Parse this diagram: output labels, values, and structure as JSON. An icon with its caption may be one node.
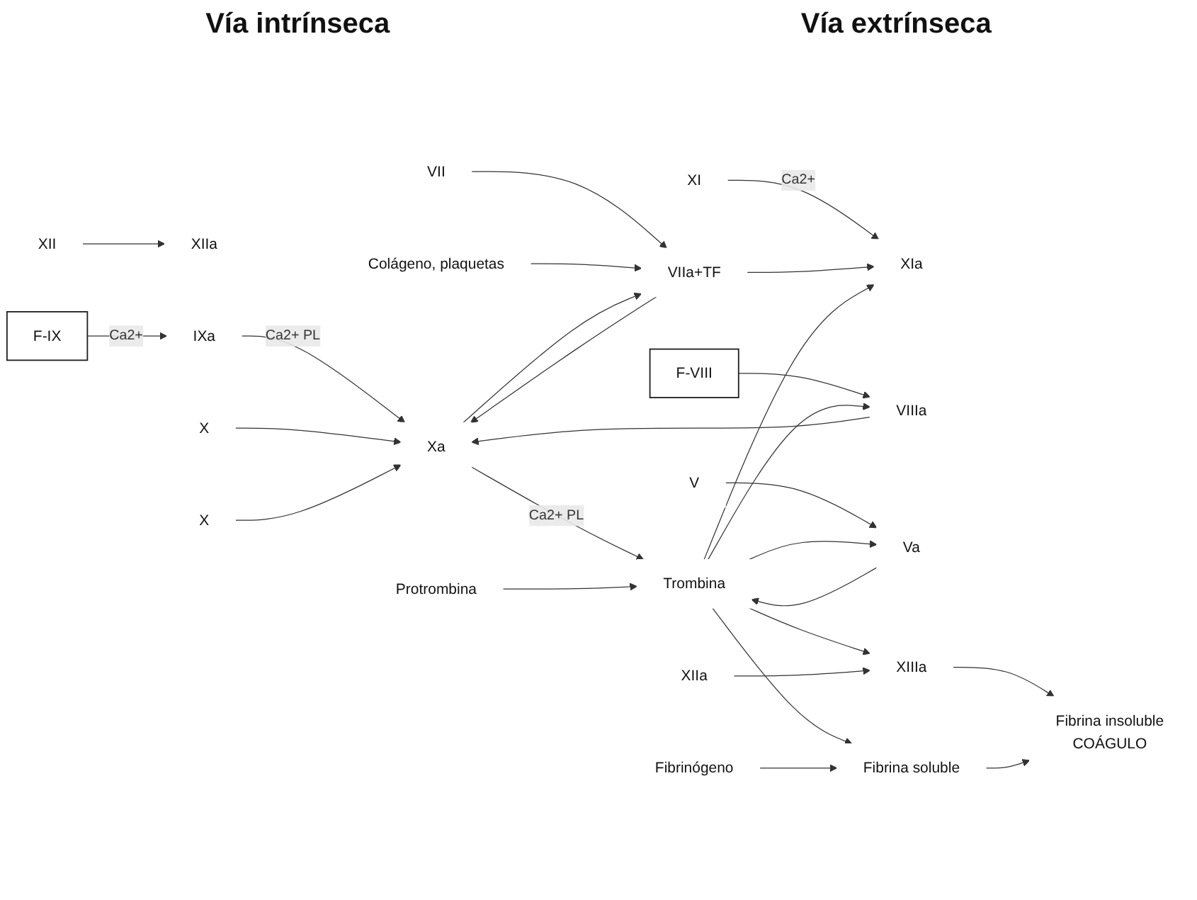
{
  "diagram": {
    "nodes": [
      {
        "text": [
          "XII"
        ]
      },
      {
        "text": [
          "XIIa"
        ]
      },
      {
        "text": [
          "XI"
        ]
      },
      {
        "text": [
          "XIa"
        ]
      },
      {
        "text": [
          "F-IX"
        ]
      },
      {
        "text": [
          "IXa"
        ]
      },
      {
        "text": [
          "F-VIII"
        ]
      },
      {
        "text": [
          "VIIIa"
        ]
      },
      {
        "text": [
          "X"
        ]
      },
      {
        "text": [
          "Xa"
        ]
      },
      {
        "text": [
          "X"
        ]
      },
      {
        "text": [
          "VII"
        ]
      },
      {
        "text": [
          "VIIa+TF"
        ]
      },
      {
        "text": [
          "Colágeno, plaquetas"
        ]
      },
      {
        "text": [
          "V"
        ]
      },
      {
        "text": [
          "Va"
        ]
      },
      {
        "text": [
          "Protrombina"
        ]
      },
      {
        "text": [
          "Trombina"
        ]
      },
      {
        "text": [
          "Fibrinógeno"
        ]
      },
      {
        "text": [
          "Fibrina soluble"
        ]
      },
      {
        "text": [
          "XIIa"
        ]
      },
      {
        "text": [
          "XIIIa"
        ]
      },
      {
        "text": [
          "Fibrina insoluble",
          "COÁGULO"
        ]
      }
    ],
    "edges": [
      {
        "from": 0,
        "to": 1,
        "arrow": "to"
      },
      {
        "from": 2,
        "to": 3,
        "arrow": "to",
        "label": "Ca2+"
      },
      {
        "from": 4,
        "to": 5,
        "arrow": "to",
        "label": "Ca2+"
      },
      {
        "from": 6,
        "to": 7,
        "arrow": "to"
      },
      {
        "from": 5,
        "to": 9,
        "arrow": "to",
        "label": "Ca2+ PL"
      },
      {
        "from": 7,
        "to": 9,
        "arrow": "to"
      },
      {
        "from": 8,
        "to": 9,
        "arrow": "to"
      },
      {
        "from": 10,
        "to": 9,
        "arrow": "to"
      },
      {
        "from": 11,
        "to": 12,
        "arrow": "to"
      },
      {
        "from": 12,
        "to": 9,
        "arrow": "to"
      },
      {
        "from": 12,
        "to": 3,
        "arrow": "to"
      },
      {
        "from": 13,
        "to": 12,
        "arrow": "to"
      },
      {
        "from": 9,
        "to": 12,
        "arrow": "to"
      },
      {
        "from": 14,
        "to": 15,
        "arrow": "to"
      },
      {
        "from": 15,
        "to": 17,
        "arrow": "to"
      },
      {
        "from": 9,
        "to": 17,
        "arrow": "to",
        "label": "Ca2+ PL"
      },
      {
        "from": 16,
        "to": 17,
        "arrow": "to"
      },
      {
        "from": 17,
        "to": 3,
        "arrow": "to"
      },
      {
        "from": 17,
        "to": 7,
        "arrow": "to"
      },
      {
        "from": 17,
        "to": 15,
        "arrow": "to"
      },
      {
        "from": 17,
        "to": 19,
        "arrow": "to"
      },
      {
        "from": 17,
        "to": 21,
        "arrow": "to"
      },
      {
        "from": 18,
        "to": 19,
        "arrow": "to"
      },
      {
        "from": 20,
        "to": 21,
        "arrow": "to"
      },
      {
        "from": 21,
        "to": 22,
        "arrow": "to"
      },
      {
        "from": 19,
        "to": 22,
        "arrow": "to"
      }
    ],
    "labels": [
      "Vía intrínseca",
      "Vía extrínseca"
    ]
  }
}
